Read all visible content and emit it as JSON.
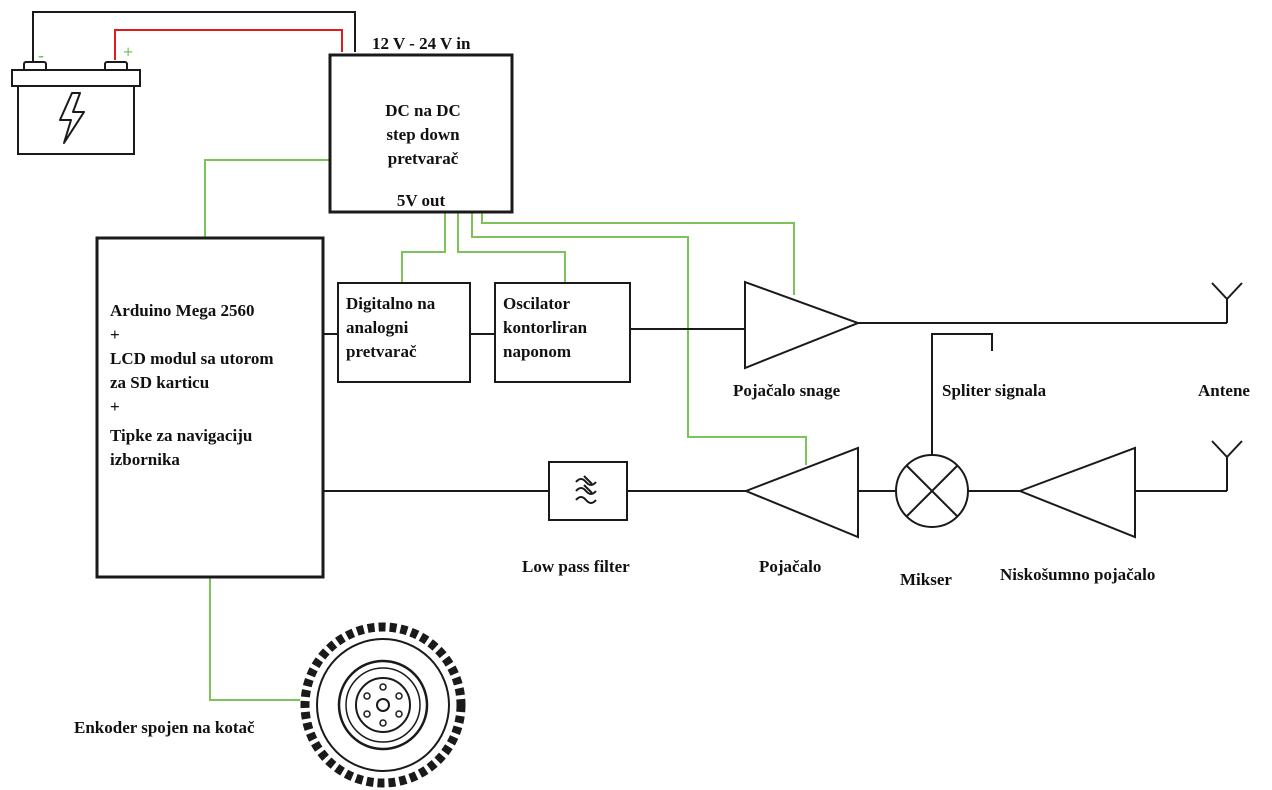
{
  "colors": {
    "power_wire": "#7cc45a",
    "signal_wire": "#1a1a1a",
    "battery_positive": "#e01b1b",
    "battery_body": "#ffffff",
    "outline": "#1a1a1a"
  },
  "battery": {
    "icon": "battery-icon",
    "minus": "-",
    "plus": "+"
  },
  "dcdc": {
    "input_label": "12 V - 24 V in",
    "lines": [
      "DC na DC",
      "step down",
      "pretvarač"
    ],
    "output_label": "5V out"
  },
  "arduino": {
    "lines": [
      "Arduino Mega 2560",
      "+",
      "LCD modul sa utorom",
      "za SD karticu",
      "+",
      "Tipke za navigaciju",
      "izbornika"
    ]
  },
  "dac": {
    "lines": [
      "Digitalno na",
      "analogni",
      "pretvarač"
    ]
  },
  "vco": {
    "lines": [
      "Oscilator",
      "kontorliran",
      "naponom"
    ]
  },
  "power_amp": {
    "label": "Pojačalo snage"
  },
  "splitter": {
    "label": "Spliter signala"
  },
  "antennas": {
    "label": "Antene"
  },
  "lpf": {
    "label": "Low pass filter",
    "icon": "low-pass-filter-icon"
  },
  "amp": {
    "label": "Pojačalo"
  },
  "mixer": {
    "label": "Mikser",
    "icon": "mixer-icon"
  },
  "lna": {
    "label": "Niskošumno pojačalo"
  },
  "encoder": {
    "label": "Enkoder spojen na kotač",
    "icon": "wheel-icon"
  }
}
